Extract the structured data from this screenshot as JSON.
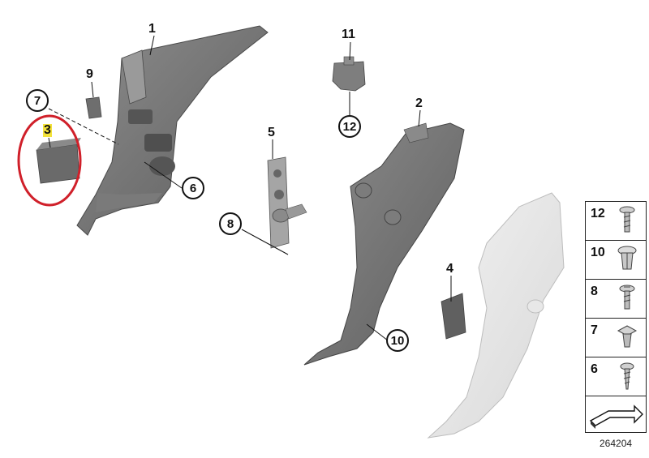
{
  "diagram": {
    "callouts": [
      {
        "id": "1",
        "circled": false,
        "highlighted": false
      },
      {
        "id": "2",
        "circled": false,
        "highlighted": false
      },
      {
        "id": "3",
        "circled": false,
        "highlighted": true
      },
      {
        "id": "4",
        "circled": false,
        "highlighted": false
      },
      {
        "id": "5",
        "circled": false,
        "highlighted": false
      },
      {
        "id": "6",
        "circled": true,
        "highlighted": false
      },
      {
        "id": "7",
        "circled": true,
        "highlighted": false
      },
      {
        "id": "8",
        "circled": true,
        "highlighted": false
      },
      {
        "id": "9",
        "circled": false,
        "highlighted": false
      },
      {
        "id": "10",
        "circled": true,
        "highlighted": false
      },
      {
        "id": "11",
        "circled": false,
        "highlighted": false
      },
      {
        "id": "12",
        "circled": true,
        "highlighted": false
      }
    ],
    "legend_items": [
      {
        "number": "12",
        "icon": "screw-clip-icon"
      },
      {
        "number": "10",
        "icon": "expanding-rivet-icon"
      },
      {
        "number": "8",
        "icon": "flange-screw-icon"
      },
      {
        "number": "7",
        "icon": "square-clip-icon"
      },
      {
        "number": "6",
        "icon": "tapping-screw-icon"
      },
      {
        "number": "",
        "icon": "arrow-icon"
      }
    ],
    "diagram_id": "264204",
    "colors": {
      "part_dark": "#6f6f6f",
      "part_mid": "#8a8a8a",
      "part_light": "#e6e6e6",
      "highlight_ring": "#d0202a",
      "highlight_label": "#f3e23a"
    }
  }
}
